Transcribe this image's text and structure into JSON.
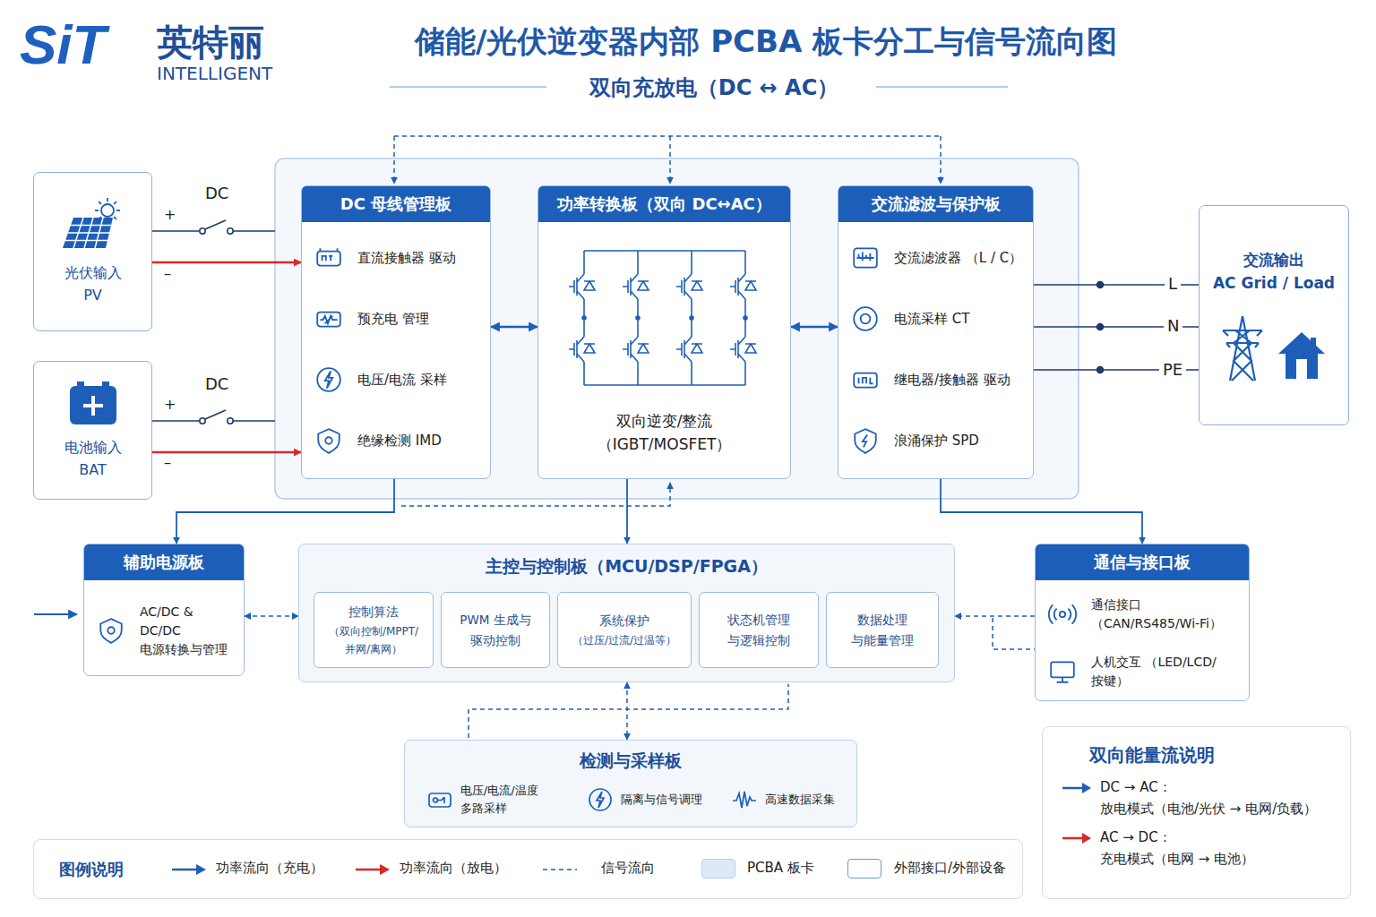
{
  "diagram": {
    "title": "储能/光伏逆变器内部 PCBA 板卡分工与信号流向图",
    "caption": "双向充放电（DC ↔ AC）",
    "nodes": [
      {
        "text": [
          "光伏输入",
          "PV"
        ]
      },
      {
        "text": [
          "电池输入",
          "BAT"
        ]
      },
      {
        "text": [
          "DC 母线管理板",
          "直流接触器 驱动",
          "预充电 管理",
          "电压/电流 采样",
          "绝缘检测 IMD"
        ]
      },
      {
        "text": [
          "功率转换板（双向 DC↔AC）",
          "双向逆变/整流 （IGBT/MOSFET）"
        ]
      },
      {
        "text": [
          "交流滤波与保护板",
          "交流滤波器 （L / C）",
          "电流采样 CT",
          "继电器/接触器 驱动",
          "浪涌保护 SPD"
        ]
      },
      {
        "text": [
          "交流输出",
          "AC Grid / Load"
        ]
      },
      {
        "text": [
          "辅助电源板",
          "AC/DC & DC/DC 电源转换与管理"
        ]
      },
      {
        "text": [
          "主控与控制板（MCU/DSP/FPGA）"
        ]
      },
      {
        "text": [
          "控制算法",
          "（双向控制/MPPT/ 并网/离网）"
        ],
        "in": 7
      },
      {
        "text": [
          "PWM 生成与 驱动控制"
        ],
        "in": 7
      },
      {
        "text": [
          "系统保护",
          "（过压/过流/过温等）"
        ],
        "in": 7
      },
      {
        "text": [
          "状态机管理 与逻辑控制"
        ],
        "in": 7
      },
      {
        "text": [
          "数据处理 与能量管理"
        ],
        "in": 7
      },
      {
        "text": [
          "通信与接口板",
          "通信接口 （CAN/RS485/Wi-Fi）",
          "人机交互 （LED/LCD/按键）"
        ]
      },
      {
        "text": [
          "检测与采样板",
          "电压/电流/温度 多路采样",
          "隔离与信号调理",
          "高速数据采集"
        ]
      },
      {
        "text": [
          "双向能量流说明",
          "DC → AC：",
          "放电模式（电池/光伏 → 电网/负载）",
          "AC → DC：",
          "充电模式（电网 → 电池）"
        ]
      }
    ],
    "edges": [
      {
        "from": 0,
        "to": 2,
        "arrow": "to"
      },
      {
        "from": 1,
        "to": 2,
        "arrow": "to"
      },
      {
        "from": 2,
        "to": 3,
        "arrow": "both"
      },
      {
        "from": 3,
        "to": 4,
        "arrow": "both"
      },
      {
        "from": 4,
        "to": 5,
        "arrow": "none"
      },
      {
        "from": 2,
        "to": 6,
        "arrow": "to"
      },
      {
        "from": 3,
        "to": 7,
        "arrow": "to"
      },
      {
        "from": 4,
        "to": 13,
        "arrow": "to"
      },
      {
        "from": 6,
        "to": 7,
        "arrow": "both"
      },
      {
        "from": 13,
        "to": 7,
        "arrow": "to"
      },
      {
        "from": 7,
        "to": 14,
        "arrow": "both"
      }
    ],
    "labels": [
      "SiT",
      "英特丽",
      "INTELLIGENT",
      "DC",
      "+",
      "–",
      "DC",
      "+",
      "–",
      "L",
      "N",
      "PE",
      "图例说明"
    ],
    "legend": [
      {
        "text": "功率流向（充电）"
      },
      {
        "text": "功率流向（放电）"
      },
      {
        "text": "信号流向"
      },
      {
        "text": "PCBA 板卡",
        "color": "#dceaf8"
      },
      {
        "text": "外部接口/外部设备"
      }
    ]
  }
}
